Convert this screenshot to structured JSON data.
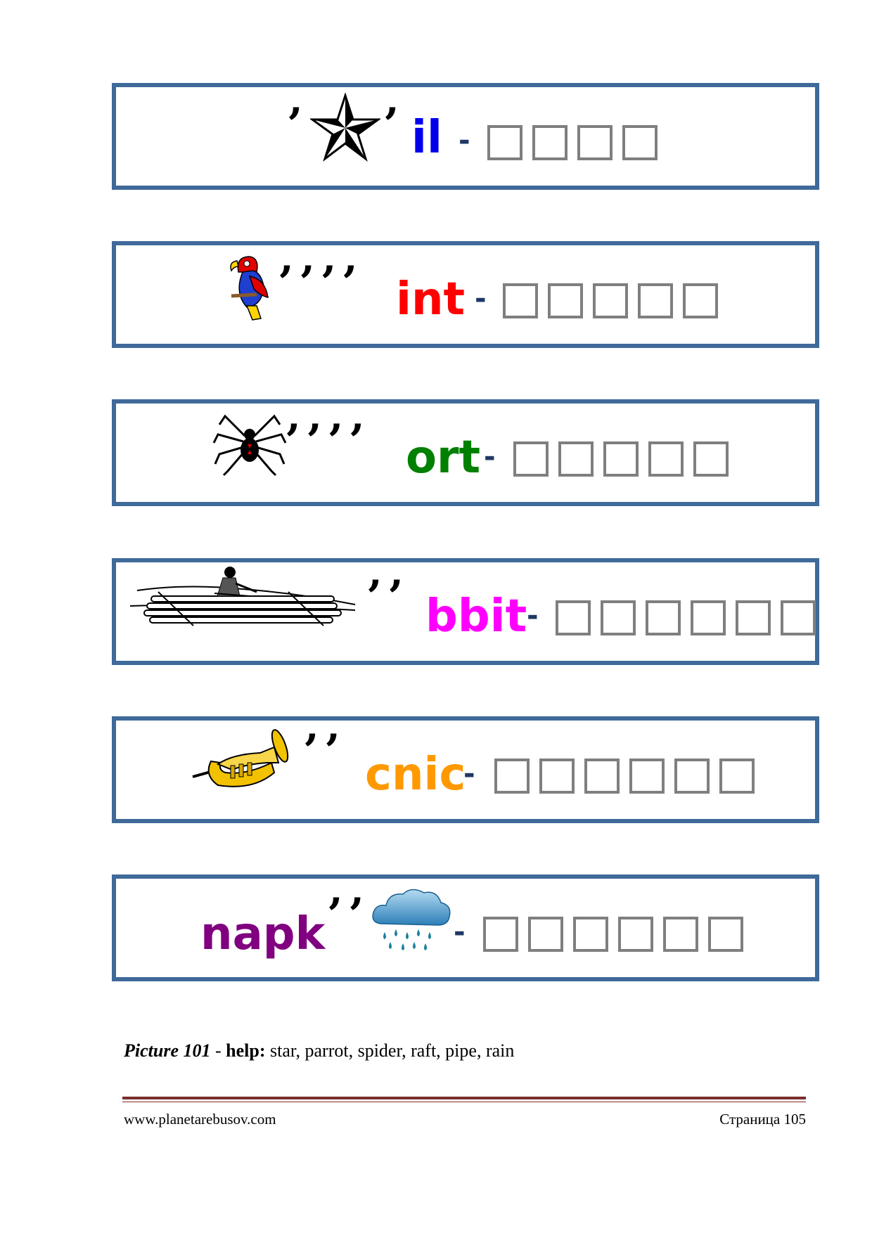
{
  "rebuses": [
    {
      "picture_icon": "star-icon",
      "commas_before": "’",
      "commas_after": "’",
      "word": "il",
      "word_color": "#0000ee",
      "dash": "-",
      "box_count": 4
    },
    {
      "picture_icon": "parrot-icon",
      "commas_after": "’’’’",
      "word": "int",
      "word_color": "#ff0000",
      "dash": "-",
      "box_count": 5
    },
    {
      "picture_icon": "spider-icon",
      "commas_after": "’’’’",
      "word": "ort",
      "word_color": "#008000",
      "dash": "-",
      "box_count": 5
    },
    {
      "picture_icon": "raft-icon",
      "commas_after": "’’",
      "word": "bbit",
      "word_color": "#ff00ff",
      "dash": "-",
      "box_count": 6
    },
    {
      "picture_icon": "trumpet-icon",
      "commas_after": "’’",
      "word": "cnic",
      "word_color": "#ff9900",
      "dash": "-",
      "box_count": 6
    },
    {
      "picture_icon": "rain-cloud-icon",
      "commas_before": "’’",
      "word": "napk",
      "word_color": "#800080",
      "dash": "-",
      "box_count": 6
    }
  ],
  "caption": {
    "picture_label": "Picture 101",
    "separator": " - ",
    "help_label": "help:",
    "help_text": " star, parrot, spider, raft, pipe, rain"
  },
  "footer": {
    "website": "www.planetarebusov.com",
    "page_label": "Страница 105"
  }
}
